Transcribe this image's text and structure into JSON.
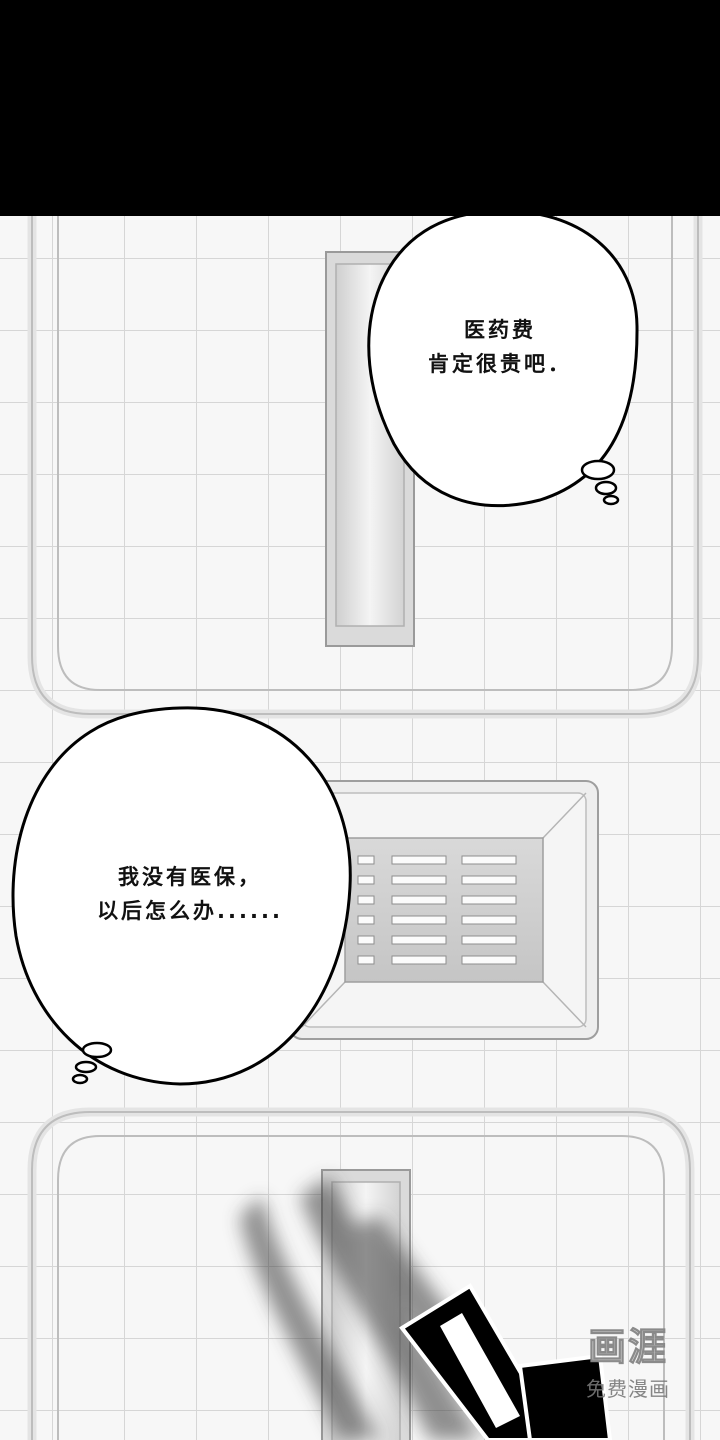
{
  "speech_bubbles": [
    {
      "lines": [
        "医药费",
        "肯定很贵吧．"
      ]
    },
    {
      "lines": [
        "我没有医保，",
        "以后怎么办......"
      ]
    }
  ],
  "watermark": {
    "logo": "画涯",
    "subtitle": "免费漫画"
  },
  "colors": {
    "background": "#ffffff",
    "top_band": "#000000",
    "ink": "#111111",
    "grid": "#d8d8d8"
  }
}
